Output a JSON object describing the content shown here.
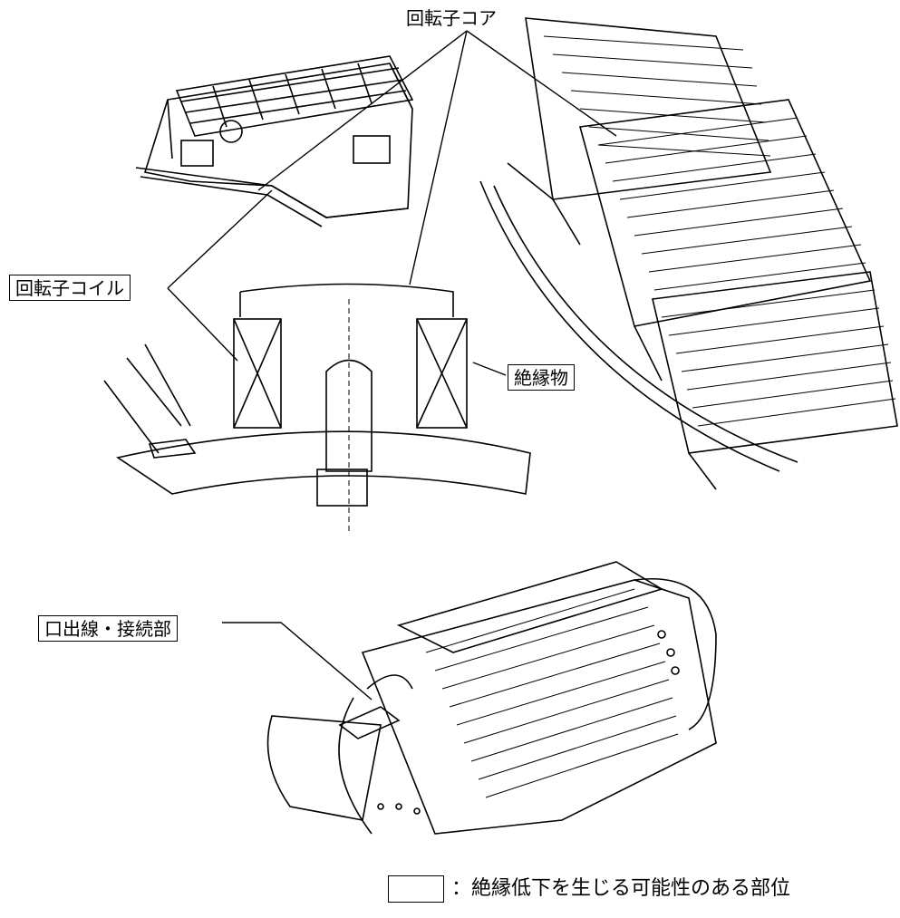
{
  "labels": {
    "rotor_core": "回転子コア",
    "rotor_coil": "回転子コイル",
    "insulator": "絶縁物",
    "lead_connection": "口出線・接続部"
  },
  "legend": {
    "text": "：絶縁低下を生じる可能性のある部位"
  },
  "colors": {
    "line": "#000000",
    "background": "#ffffff"
  }
}
